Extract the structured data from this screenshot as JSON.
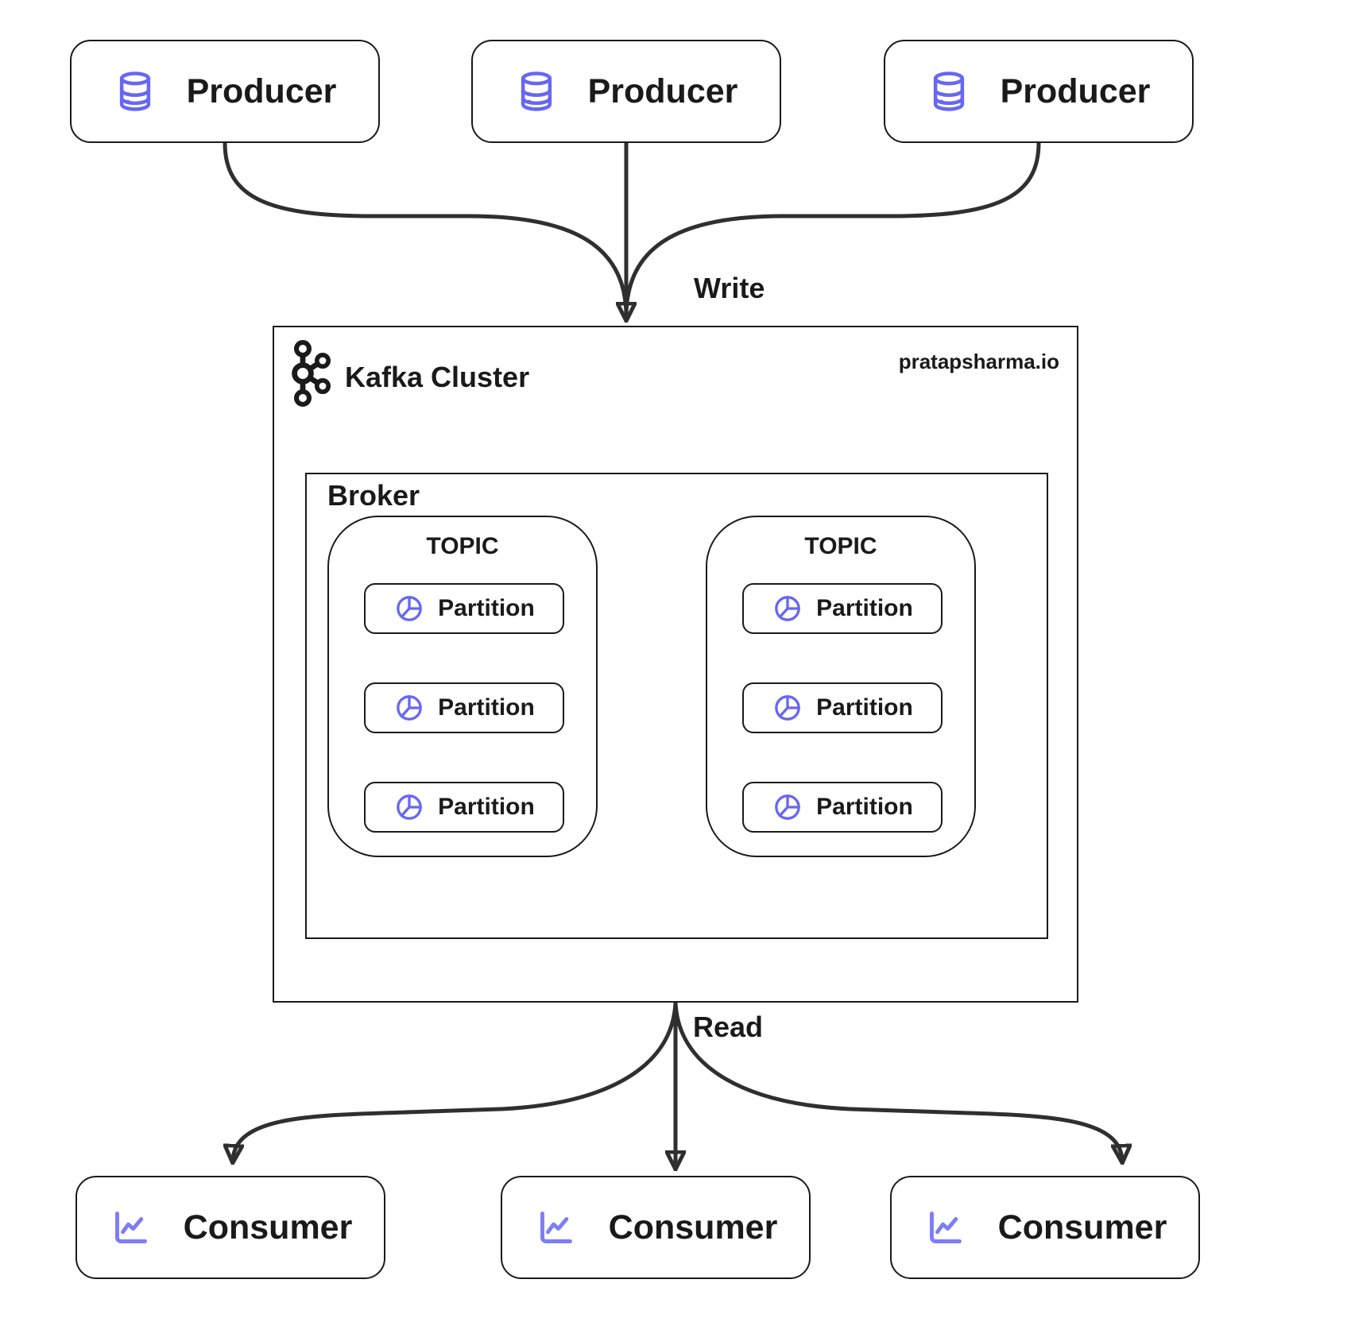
{
  "diagram": {
    "write_label": "Write",
    "read_label": "Read"
  },
  "producers": [
    {
      "label": "Producer",
      "icon": "database-icon"
    },
    {
      "label": "Producer",
      "icon": "database-icon"
    },
    {
      "label": "Producer",
      "icon": "database-icon"
    }
  ],
  "cluster": {
    "title": "Kafka Cluster",
    "watermark": "pratapsharma.io",
    "logo_icon": "kafka-logo-icon",
    "broker": {
      "label": "Broker",
      "topics": [
        {
          "label": "TOPIC",
          "partitions": [
            {
              "label": "Partition",
              "icon": "pie-chart-icon"
            },
            {
              "label": "Partition",
              "icon": "pie-chart-icon"
            },
            {
              "label": "Partition",
              "icon": "pie-chart-icon"
            }
          ]
        },
        {
          "label": "TOPIC",
          "partitions": [
            {
              "label": "Partition",
              "icon": "pie-chart-icon"
            },
            {
              "label": "Partition",
              "icon": "pie-chart-icon"
            },
            {
              "label": "Partition",
              "icon": "pie-chart-icon"
            }
          ]
        }
      ]
    }
  },
  "consumers": [
    {
      "label": "Consumer",
      "icon": "line-chart-icon"
    },
    {
      "label": "Consumer",
      "icon": "line-chart-icon"
    },
    {
      "label": "Consumer",
      "icon": "line-chart-icon"
    }
  ],
  "colors": {
    "accent": "#6767f3",
    "accent_light": "#7d7df7",
    "arrow": "#2f2f2f",
    "border": "#1a1a1a",
    "text": "#1a1a1a",
    "background": "#ffffff"
  }
}
